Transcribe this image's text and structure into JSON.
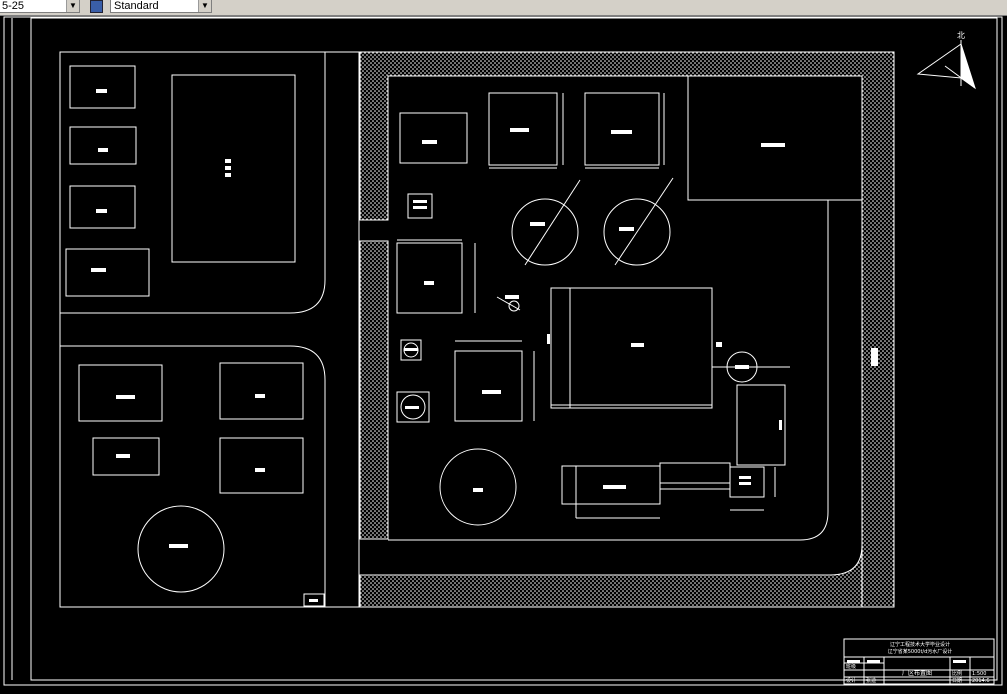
{
  "toolbar": {
    "dimstyle_value": "5-25",
    "textstyle_value": "Standard",
    "dropdown_glyph": "▼"
  },
  "drawing": {
    "north_label": "北",
    "title_block": {
      "school_line": "辽宁工程技术大学毕业设计",
      "project_line": "辽宁省某5000t/d污水厂设计",
      "drawing_title": "厂区布置图",
      "row_left_1": "班级",
      "row_left_2": "",
      "row_left_3": "设计",
      "row_mid_3": "张迪",
      "scale_label": "比例",
      "scale_value": "1:500",
      "date_label": "日期",
      "date_value": "2014.6"
    }
  },
  "colors": {
    "background": "#000000",
    "lines": "#ffffff",
    "toolbar": "#d4d0c8"
  },
  "icons": [
    "text-style-icon",
    "north-arrow-icon"
  ]
}
